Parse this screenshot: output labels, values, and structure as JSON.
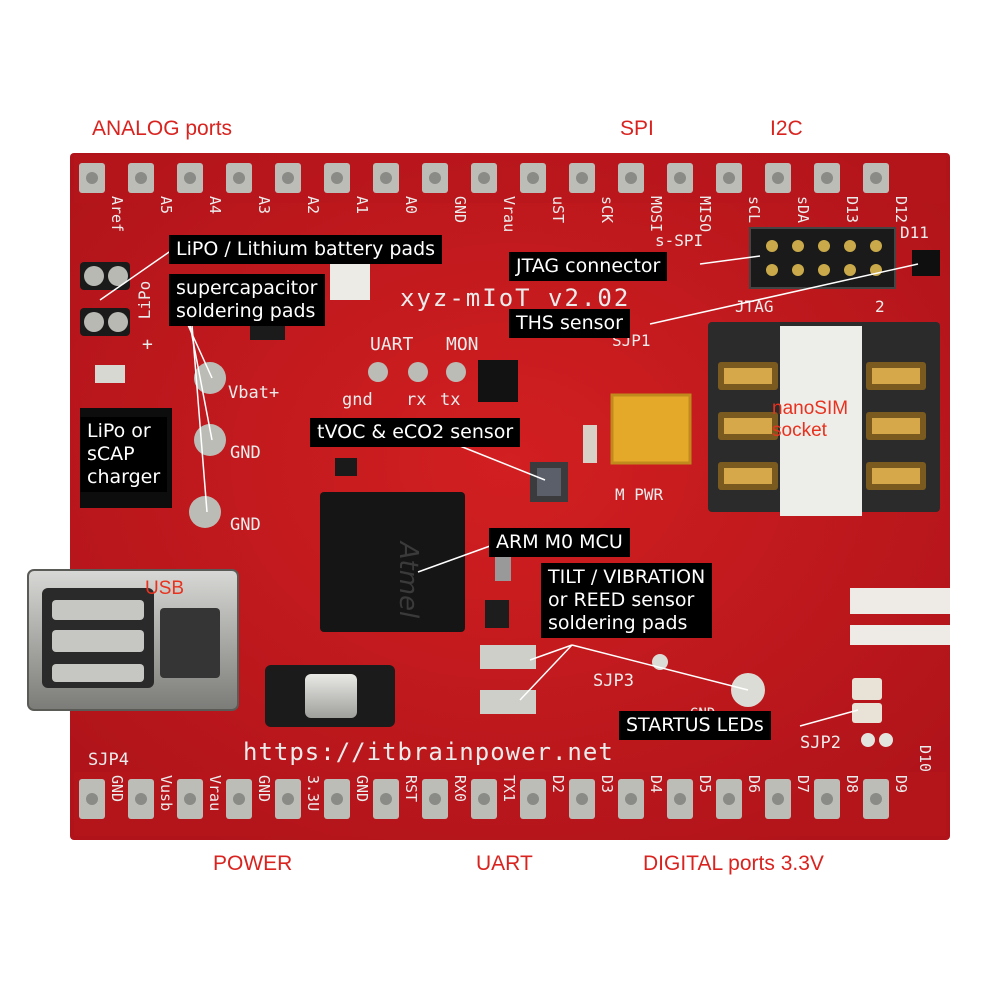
{
  "external_labels": {
    "analog": "ANALOG ports",
    "spi": "SPI",
    "i2c": "I2C",
    "power": "POWER",
    "uart": "UART",
    "digital": "DIGITAL ports 3.3V"
  },
  "callouts": {
    "lipo_pads": "LiPO / Lithium battery pads",
    "supercap": [
      "supercapacitor",
      "soldering pads"
    ],
    "jtag": "JTAG connector",
    "ths": "THS sensor",
    "charger": [
      "LiPo or",
      "sCAP",
      "charger"
    ],
    "tvoc": "tVOC & eCO2 sensor",
    "mcu": "ARM M0 MCU",
    "tilt": [
      "TILT / VIBRATION",
      "or REED sensor",
      "soldering pads"
    ],
    "leds": "STARTUS LEDs"
  },
  "board_labels": {
    "nanosim": [
      "nanoSIM",
      "socket"
    ],
    "usb": "USB"
  },
  "silkscreen": {
    "top_pins": [
      "Aref",
      "A5",
      "A4",
      "A3",
      "A2",
      "A1",
      "A0",
      "GND",
      "Vrau",
      "uST",
      "sCK",
      "MOSI",
      "MISO",
      "sCL",
      "sDA",
      "D13",
      "D12"
    ],
    "bottom_pins": [
      "GND",
      "Vusb",
      "Vrau",
      "GND",
      "3.3U",
      "GND",
      "RST",
      "RX0",
      "TX1",
      "D2",
      "D3",
      "D4",
      "D5",
      "D6",
      "D7",
      "D8",
      "D9"
    ],
    "board_name": "xyz-mIoT v2.02",
    "url": "https://itbrainpower.net",
    "s_spi": "s-SPI",
    "jtag": "JTAG",
    "d11": "D11",
    "two": "2",
    "sjp1": "SJP1",
    "sjp2": "SJP2",
    "sjp3": "SJP3",
    "sjp4": "SJP4",
    "uart": "UART",
    "mon": "MON",
    "gnd": "gnd",
    "rx": "rx",
    "tx": "tx",
    "vbat": "Vbat+",
    "gnd_pad1": "GND",
    "gnd_pad2": "GND",
    "m_pwr": "M PWR",
    "lipo_v": "LiPo",
    "plus": "+",
    "d10": "D10",
    "gnd_small": "GND",
    "chip_brand": "Atmel"
  },
  "colors": {
    "board": "#c8191c",
    "label_red": "#d9231f",
    "callout_bg": "#000000",
    "pad_silver": "#b7b7b2"
  }
}
